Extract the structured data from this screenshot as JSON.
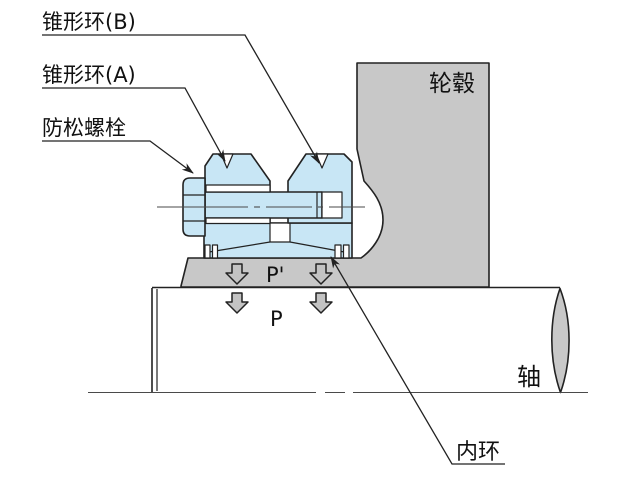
{
  "diagram": {
    "title_hint": "tapered-ring shaft-hub locking assembly cross-section",
    "labels": {
      "cone_ring_b": "锥形环(B)",
      "cone_ring_a": "锥形环(A)",
      "lock_bolt": "防松螺栓",
      "hub": "轮毂",
      "shaft": "轴",
      "inner_ring": "内环",
      "pressure_inner": "P'",
      "pressure_shaft": "P"
    },
    "colors": {
      "part_fill_blue": "#c8e6f5",
      "metal_gray": "#c8c8c8",
      "arrow_fill_gray": "#c3c3c3",
      "line_color": "#222222",
      "background": "#ffffff"
    }
  }
}
